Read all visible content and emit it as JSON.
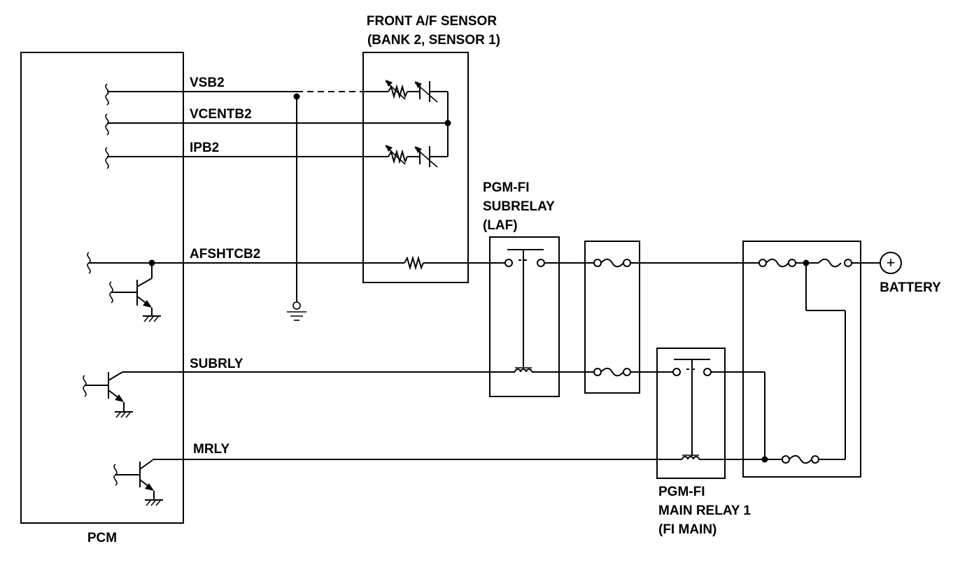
{
  "components": {
    "pcm": "PCM",
    "sensor_title_line1": "FRONT A/F SENSOR",
    "sensor_title_line2": "(BANK 2, SENSOR 1)",
    "subrelay_line1": "PGM-FI",
    "subrelay_line2": "SUBRELAY",
    "subrelay_line3": "(LAF)",
    "mainrelay_line1": "PGM-FI",
    "mainrelay_line2": "MAIN RELAY 1",
    "mainrelay_line3": "(FI MAIN)",
    "battery": "BATTERY",
    "battery_symbol": "+"
  },
  "signals": {
    "vsb2": "VSB2",
    "vcentb2": "VCENTB2",
    "ipb2": "IPB2",
    "afshtcb2": "AFSHTCB2",
    "subrly": "SUBRLY",
    "mrly": "MRLY"
  }
}
